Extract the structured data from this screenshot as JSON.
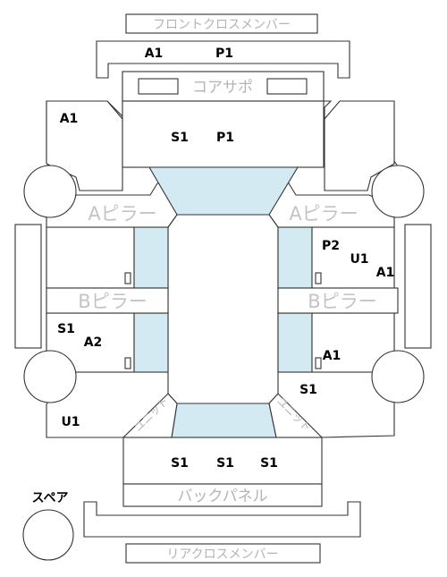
{
  "panels": {
    "front_cross_member": "フロントクロスメンバー",
    "core_support": "コアサポ",
    "a_pillar_left": "Aピラー",
    "a_pillar_right": "Aピラー",
    "b_pillar_left": "Bピラー",
    "b_pillar_right": "Bピラー",
    "unit_left": "ユニット",
    "unit_right": "ユニット",
    "back_panel": "バックパネル",
    "rear_cross_member": "リアクロスメンバー",
    "spare": "スペア"
  },
  "codes": {
    "front_cross_a1": "A1",
    "front_cross_p1": "P1",
    "front_left_a1": "A1",
    "core_s1": "S1",
    "core_p1": "P1",
    "right_door_p2": "P2",
    "right_door_u1": "U1",
    "right_door_a1": "A1",
    "left_rear_s1": "S1",
    "left_rear_a2": "A2",
    "right_rear_a1": "A1",
    "right_rear_s1": "S1",
    "left_rear_u1": "U1",
    "trunk_s1_a": "S1",
    "trunk_s1_b": "S1",
    "trunk_s1_c": "S1"
  },
  "colors": {
    "highlight": "#d3eaf2",
    "outline": "#333333",
    "label_gray": "#b4b4b4"
  }
}
